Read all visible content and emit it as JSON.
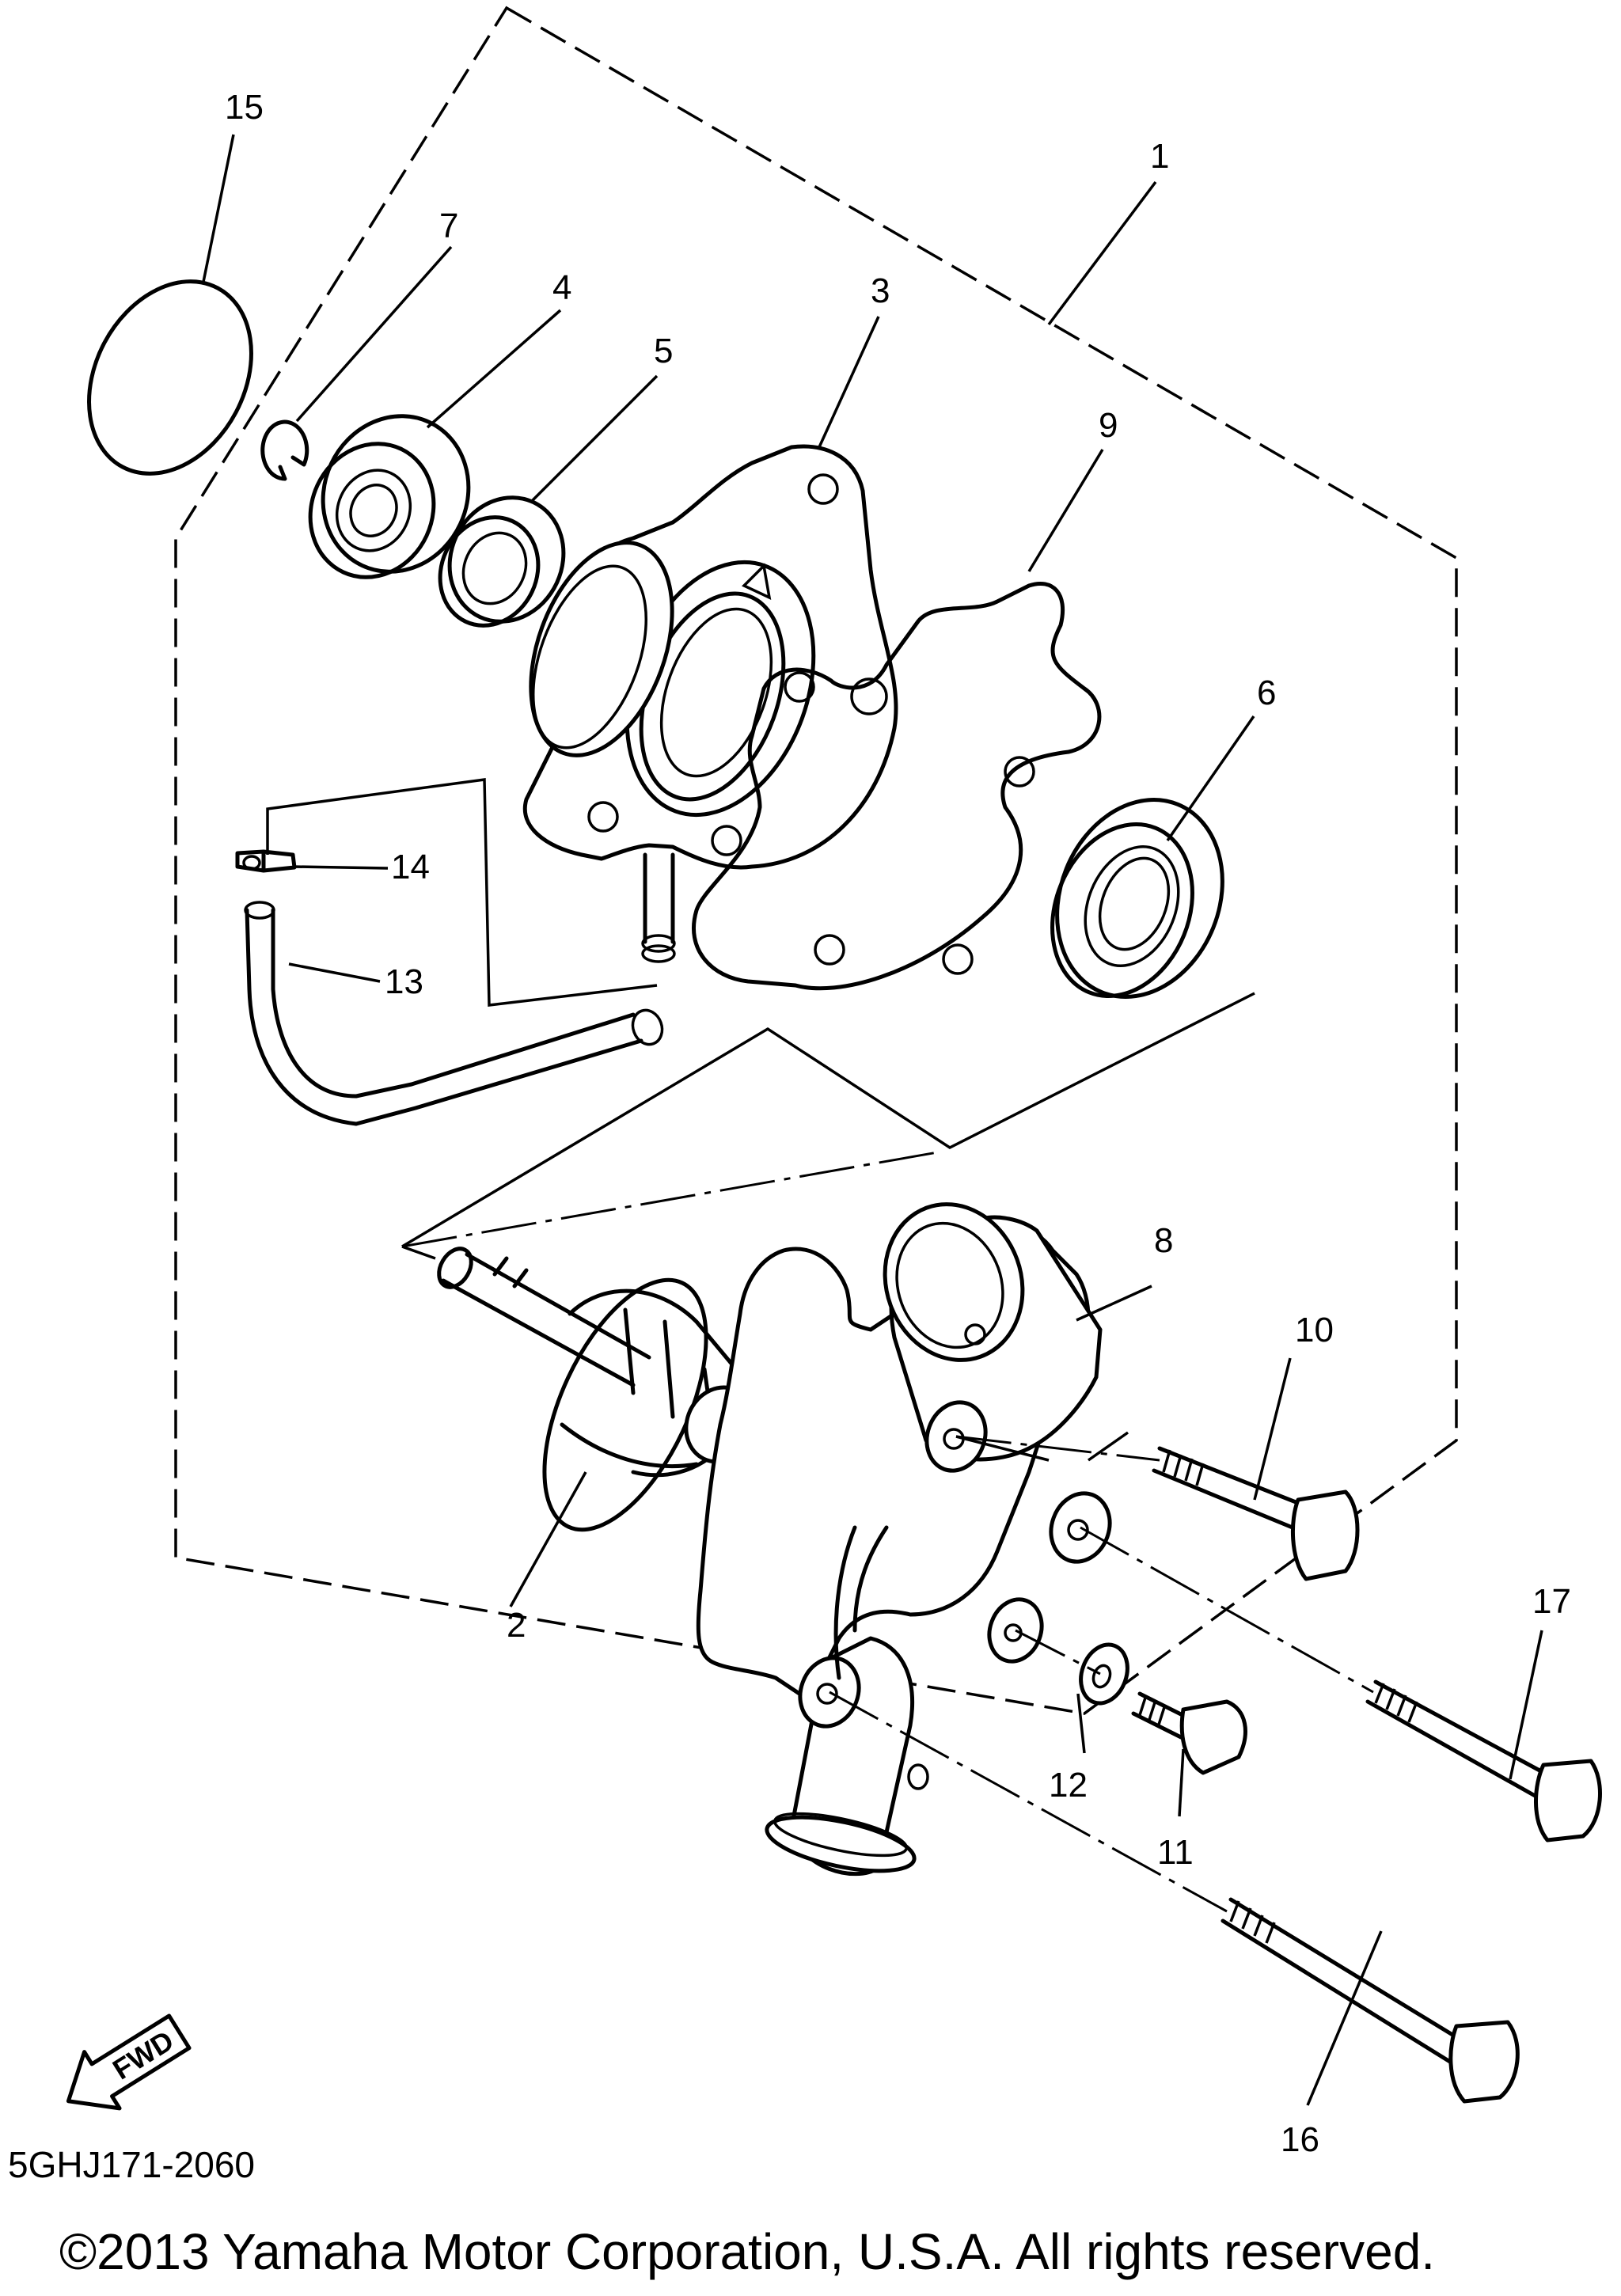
{
  "diagram": {
    "callouts": [
      "1",
      "2",
      "3",
      "4",
      "5",
      "6",
      "7",
      "8",
      "9",
      "10",
      "11",
      "12",
      "13",
      "14",
      "15",
      "16",
      "17"
    ],
    "direction_arrow": "FWD",
    "code": "5GHJ171-2060",
    "copyright": "©2013 Yamaha Motor Corporation, U.S.A. All rights reserved."
  }
}
